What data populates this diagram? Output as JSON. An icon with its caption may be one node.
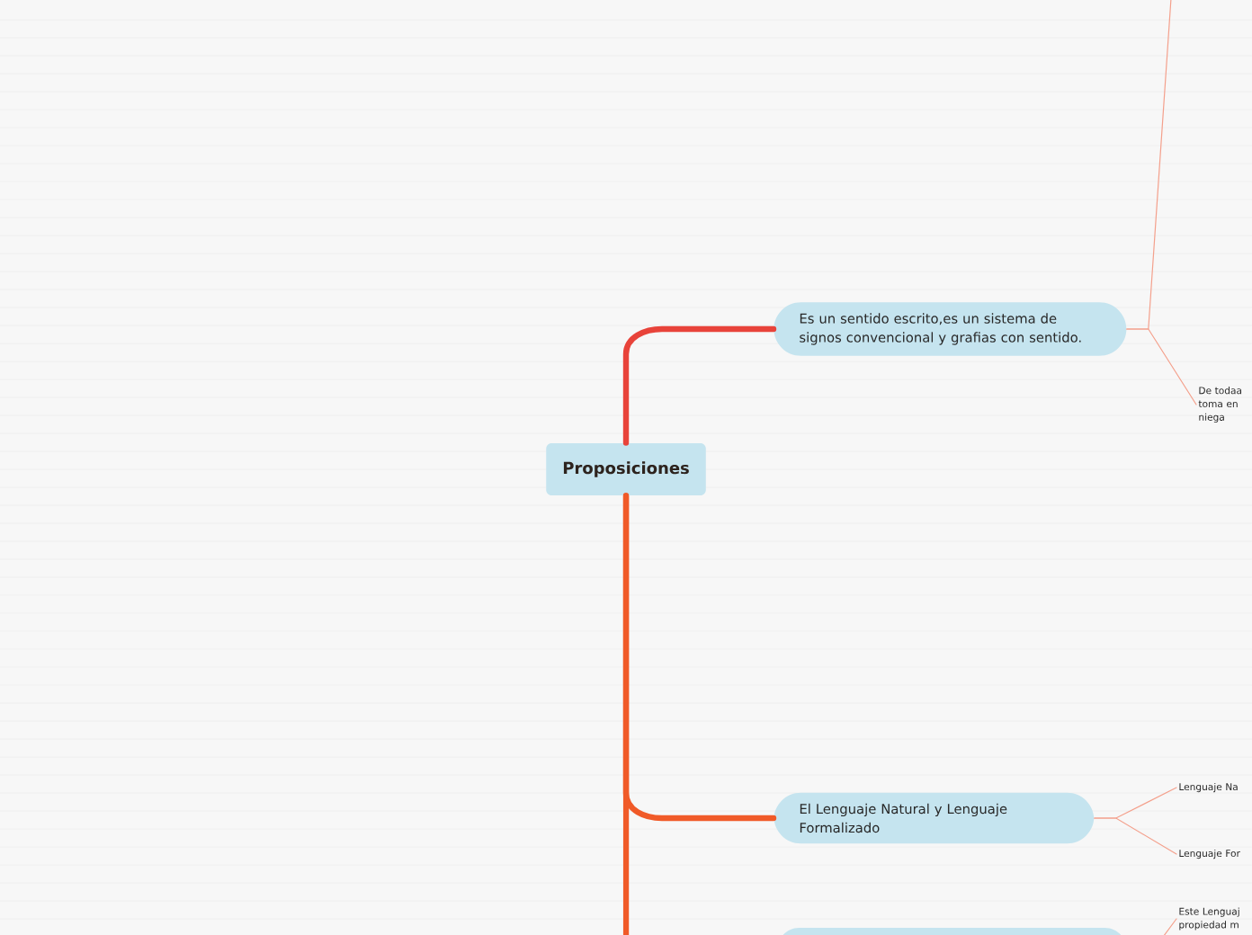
{
  "diagram": {
    "nodes": [
      {
        "text": [
          "Proposiciones"
        ]
      },
      {
        "text": [
          "Es un sentido escrito,es un sistema de signos convencional  y grafias con sentido."
        ]
      },
      {
        "text": [
          "De todaa toma en niega"
        ]
      },
      {
        "text": [
          "El Lenguaje Natural y Lenguaje Formalizado"
        ]
      },
      {
        "text": [
          "Lenguaje Na"
        ]
      },
      {
        "text": [
          "Lenguaje For"
        ]
      },
      {
        "text": [
          "Este Lenguaj propiedad m"
        ]
      },
      {
        "text": [],
        "shape": "box"
      }
    ],
    "edges": [
      {
        "from": 0,
        "to": 1,
        "arrow": "none",
        "style": "thick",
        "color": "#e8433a"
      },
      {
        "from": 0,
        "to": 3,
        "arrow": "none",
        "style": "thick",
        "color": "#f05a28"
      },
      {
        "from": 0,
        "to": 7,
        "arrow": "none",
        "style": "thick",
        "color": "#f05a28"
      },
      {
        "from": 1,
        "to": null,
        "arrow": "none"
      },
      {
        "from": 1,
        "to": 2,
        "arrow": "none"
      },
      {
        "from": 3,
        "to": 4,
        "arrow": "none"
      },
      {
        "from": 3,
        "to": 5,
        "arrow": "none"
      },
      {
        "from": 7,
        "to": 6,
        "arrow": "none"
      }
    ]
  }
}
